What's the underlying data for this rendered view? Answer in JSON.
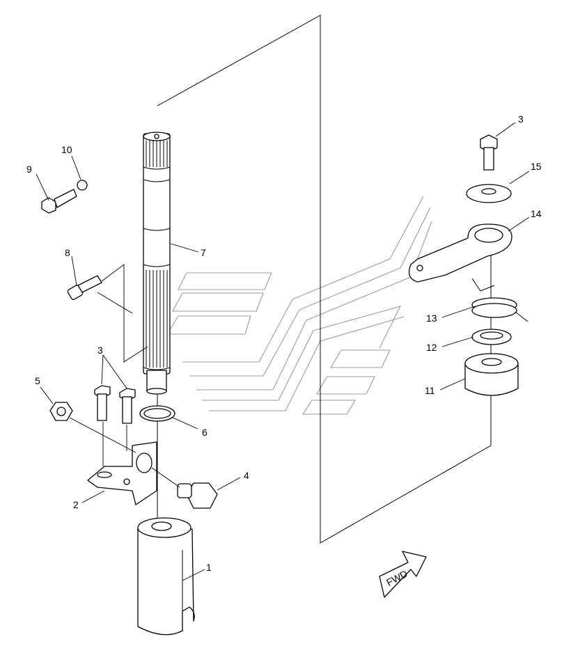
{
  "diagram": {
    "callouts": [
      {
        "id": "c1",
        "label": "1"
      },
      {
        "id": "c2",
        "label": "2"
      },
      {
        "id": "c3a",
        "label": "3"
      },
      {
        "id": "c3b",
        "label": "3"
      },
      {
        "id": "c4",
        "label": "4"
      },
      {
        "id": "c5",
        "label": "5"
      },
      {
        "id": "c6",
        "label": "6"
      },
      {
        "id": "c7",
        "label": "7"
      },
      {
        "id": "c8",
        "label": "8"
      },
      {
        "id": "c9",
        "label": "9"
      },
      {
        "id": "c10",
        "label": "10"
      },
      {
        "id": "c11",
        "label": "11"
      },
      {
        "id": "c12",
        "label": "12"
      },
      {
        "id": "c13",
        "label": "13"
      },
      {
        "id": "c14",
        "label": "14"
      },
      {
        "id": "c15",
        "label": "15"
      }
    ],
    "direction_arrow_label": "FWD"
  }
}
